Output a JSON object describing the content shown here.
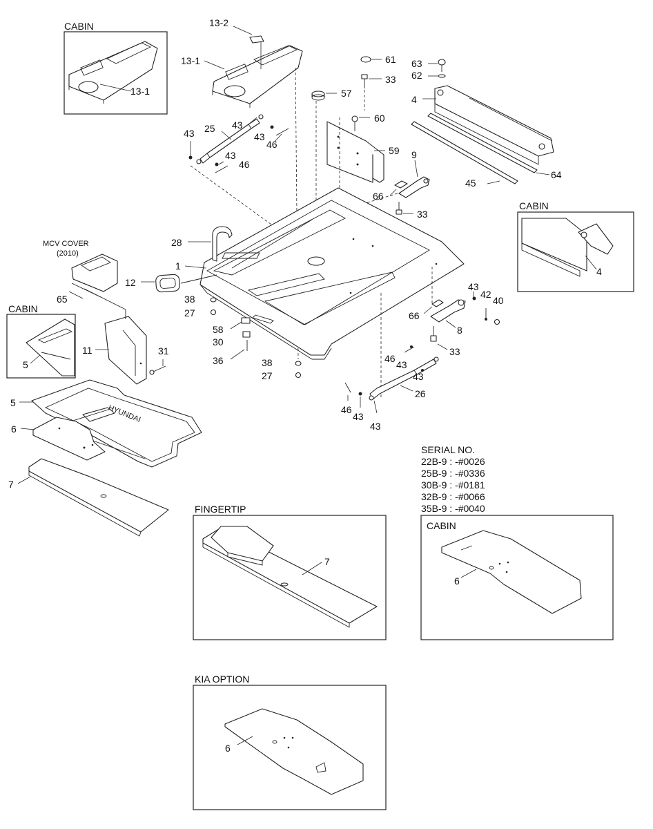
{
  "labels": {
    "l13_2": "13-2",
    "l13_1a": "13-1",
    "l13_1b": "13-1",
    "l25": "25",
    "l43a": "43",
    "l43b": "43",
    "l43c": "43",
    "l43d": "43",
    "l43e": "43",
    "l43f": "43",
    "l43g": "43",
    "l43h": "43",
    "l46a": "46",
    "l46b": "46",
    "l46c": "46",
    "l46d": "46",
    "l57": "57",
    "l61": "61",
    "l33a": "33",
    "l33b": "33",
    "l33c": "33",
    "l60": "60",
    "l59": "59",
    "l9": "9",
    "l66a": "66",
    "l66b": "66",
    "l63": "63",
    "l62": "62",
    "l4a": "4",
    "l4b": "4",
    "l64": "64",
    "l45": "45",
    "l28": "28",
    "l1": "1",
    "l12": "12",
    "l38a": "38",
    "l38b": "38",
    "l27a": "27",
    "l27b": "27",
    "l58": "58",
    "l30": "30",
    "l36": "36",
    "l65": "65",
    "l11": "11",
    "l31": "31",
    "l5a": "5",
    "l5b": "5",
    "l6a": "6",
    "l6b": "6",
    "l6c": "6",
    "l7a": "7",
    "l7b": "7",
    "l42": "42",
    "l40": "40",
    "l8": "8",
    "l26": "26"
  },
  "headers": {
    "cabin_console": "CABIN",
    "cabin_handle": "CABIN",
    "cabin_mat": "CABIN",
    "mcv_cover": "MCV COVER",
    "mcv_year": "(2010)",
    "fingertip": "FINGERTIP",
    "cabin_floor": "CABIN",
    "kia_option": "KIA OPTION"
  },
  "serial": {
    "title": "SERIAL NO.",
    "lines": [
      "22B-9 : -#0026",
      "25B-9 : -#0336",
      "30B-9 : -#0181",
      "32B-9 : -#0066",
      "35B-9 : -#0040"
    ]
  },
  "brand_mark": "HYUNDAI"
}
